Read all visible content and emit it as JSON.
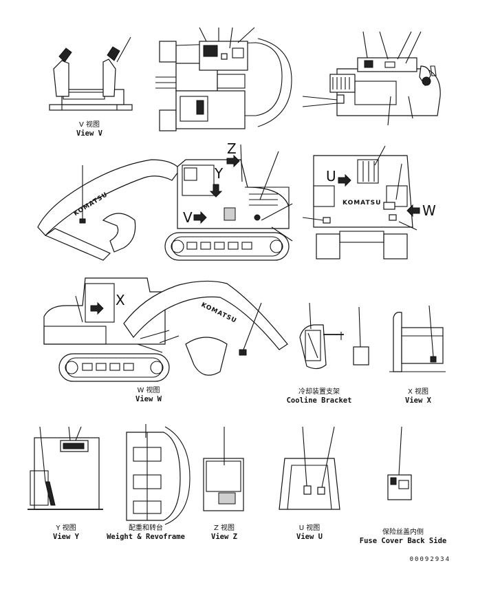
{
  "views": {
    "v": {
      "cn": "V 视图",
      "en": "View V"
    },
    "w": {
      "cn": "W 视图",
      "en": "View W"
    },
    "cooling": {
      "cn": "冷却装置支架",
      "en": "Cooline Bracket"
    },
    "x": {
      "cn": "X 视图",
      "en": "View X"
    },
    "y": {
      "cn": "Y 视图",
      "en": "View Y"
    },
    "weight": {
      "cn": "配重和转台",
      "en": "Weight & Revoframe"
    },
    "z": {
      "cn": "Z 视图",
      "en": "View Z"
    },
    "u": {
      "cn": "U 视图",
      "en": "View U"
    },
    "fuse": {
      "cn": "保险丝盖内侧",
      "en": "Fuse Cover Back Side"
    }
  },
  "arrows": {
    "z": "Z",
    "y": "Y",
    "v": "V",
    "u": "U",
    "w": "W",
    "x": "X"
  },
  "brand": "KOMATSU",
  "doc_number": "00092934"
}
